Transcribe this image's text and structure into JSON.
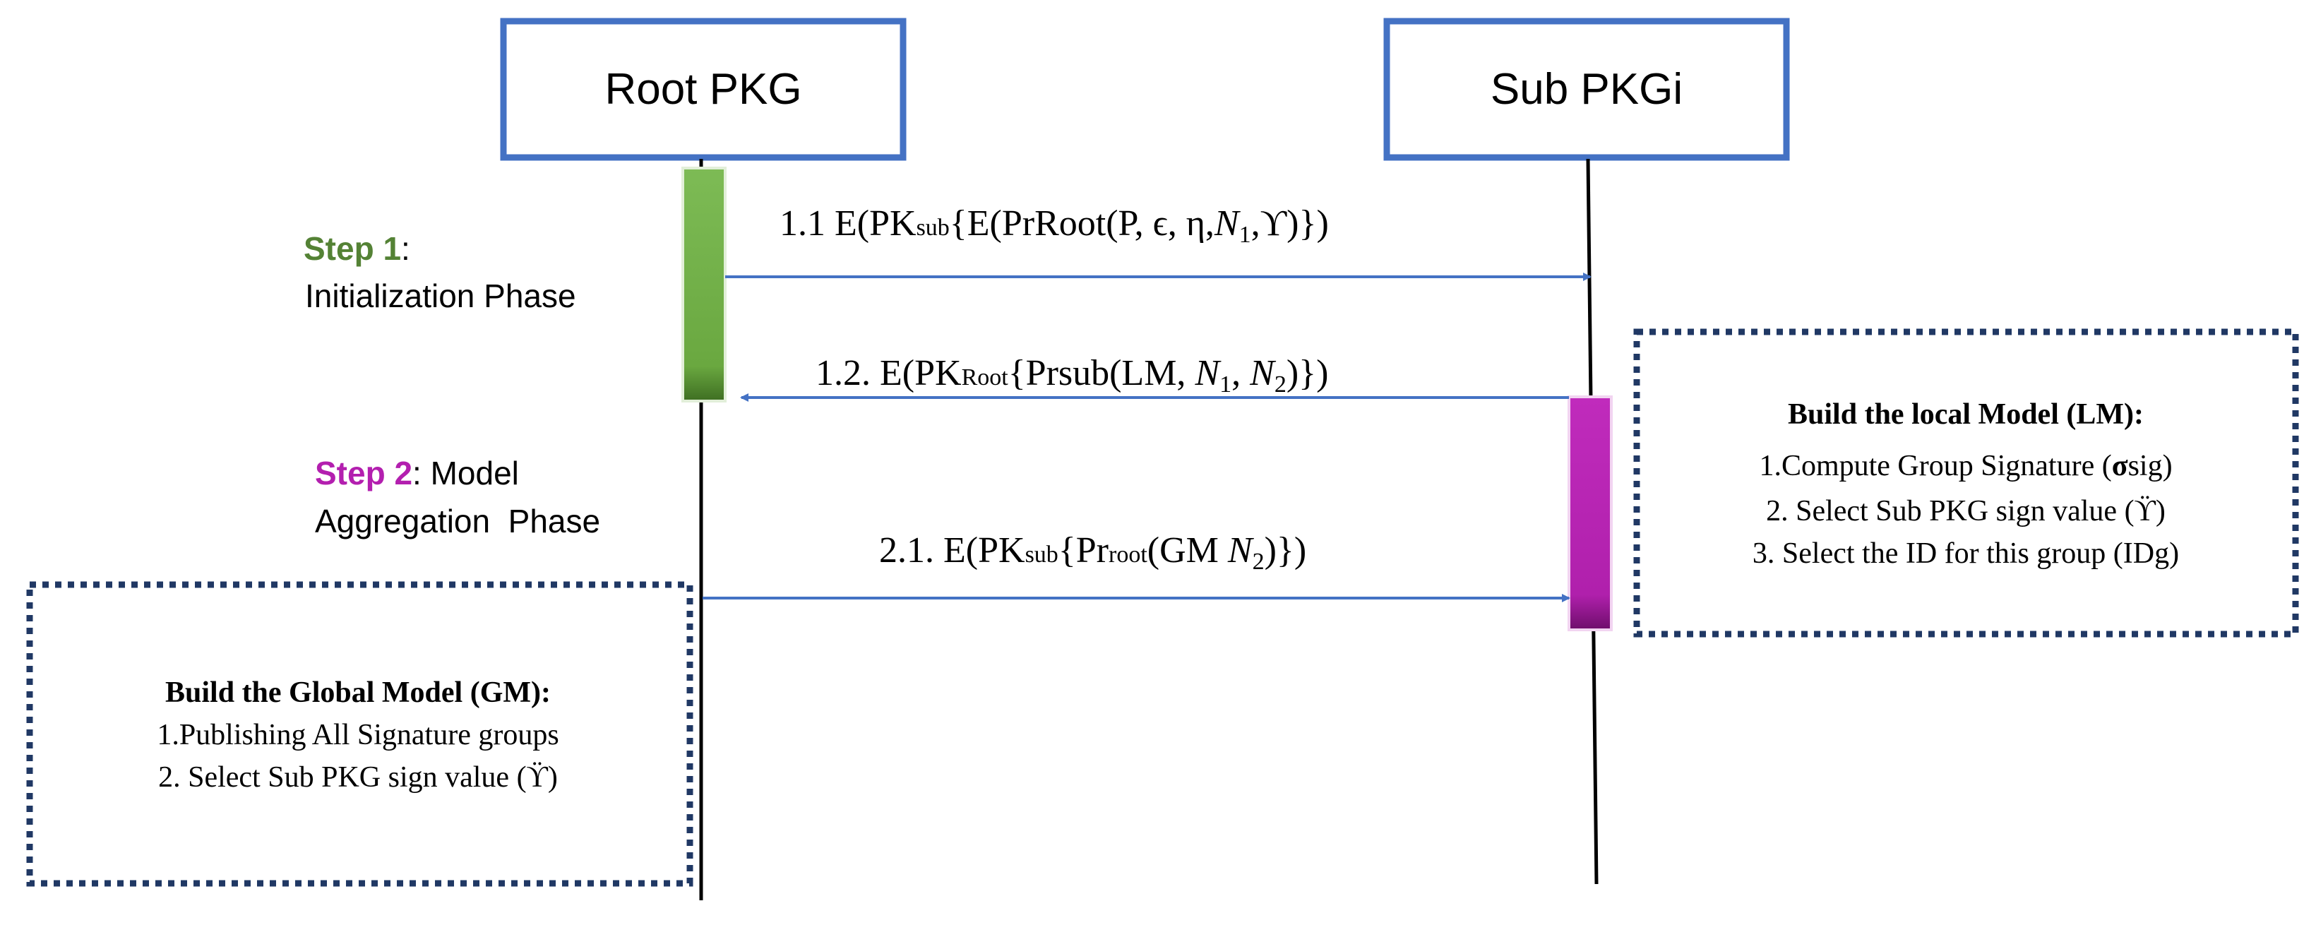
{
  "actors": {
    "root": {
      "label": "Root PKG"
    },
    "sub": {
      "label": "Sub PKGi"
    }
  },
  "steps": {
    "step1": {
      "title": "Step 1",
      "suffix": ":",
      "phase": "Initialization Phase",
      "color": "#548235"
    },
    "step2": {
      "title": "Step 2",
      "suffix": ": Model",
      "phase": "Aggregation  Phase",
      "color": "#B31FAF"
    }
  },
  "messages": {
    "m1_1": {
      "pre": "1.1 E(PK",
      "key": "sub",
      "body": "{E(PrRoot(P, ϵ, η,",
      "n": "N",
      "n_sub": "1",
      "post": ",ϒ)})"
    },
    "m1_2": {
      "pre": "1.2. E(PK",
      "key": "Root",
      "body": "{Prsub(LM, ",
      "n1": "N",
      "n1_sub": "1",
      "sep": ", ",
      "n2": "N",
      "n2_sub": "2",
      "post": ")})"
    },
    "m2_1": {
      "pre": "2.1. E(PK",
      "key": "sub",
      "body": "{Pr",
      "root_word": "root",
      "body2": "(GM ",
      "n": "N",
      "n_sub": "2",
      "post": ")})"
    }
  },
  "local_model_box": {
    "title": "Build the local Model (LM):",
    "items": [
      {
        "pre": "1.Compute Group Signature (",
        "symbol": "σ",
        "post": "sig)"
      },
      {
        "pre": "2. Select Sub PKG sign value (ϔ)",
        "symbol": "",
        "post": ""
      },
      {
        "pre": "3. Select the ID for this group (IDg)",
        "symbol": "",
        "post": ""
      }
    ]
  },
  "global_model_box": {
    "title": "Build the Global Model (GM):",
    "items": [
      "1.Publishing All Signature groups",
      "2. Select Sub PKG sign value (ϔ)"
    ]
  },
  "colors": {
    "actor_border": "#4472C4",
    "arrow": "#4472C4",
    "dotted_border": "#203864",
    "activation_green": "#70AD47",
    "activation_magenta": "#B31FAF"
  }
}
